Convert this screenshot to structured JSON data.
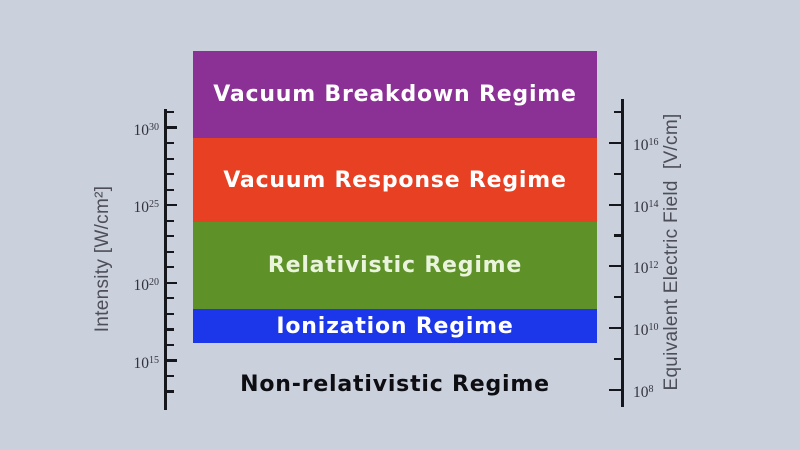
{
  "figure": {
    "background": "#cad1dd",
    "axis_color": "#16161d",
    "tick_label_color": "#33333d",
    "axis_title_color": "#4e4e58"
  },
  "chart_data": {
    "type": "area",
    "title": "",
    "description": "Stacked colored bands marking laser intensity regimes on a logarithmic intensity scale with an equivalent electric field scale on the right",
    "grid": false,
    "legend": false,
    "left_axis": {
      "label": "Intensity [W/cm²]",
      "unit": "W/cm²",
      "scale": "log10",
      "exp_min": 13,
      "exp_max": 31,
      "major_ticks": [
        {
          "exp": 15,
          "label": "10^15"
        },
        {
          "exp": 20,
          "label": "10^20"
        },
        {
          "exp": 25,
          "label": "10^25"
        },
        {
          "exp": 30,
          "label": "10^30"
        }
      ]
    },
    "right_axis": {
      "label": "Equivalent Electric Field  [V/cm]",
      "unit": "V/cm",
      "scale": "log10",
      "exp_min": 8,
      "exp_max": 17,
      "major_ticks": [
        {
          "exp": 8,
          "label": "10^8"
        },
        {
          "exp": 10,
          "label": "10^10"
        },
        {
          "exp": 12,
          "label": "10^12"
        },
        {
          "exp": 14,
          "label": "10^14"
        },
        {
          "exp": 16,
          "label": "10^16"
        }
      ]
    },
    "bands": [
      {
        "label": "Vacuum Breakdown Regime",
        "color": "#8b3095",
        "text_color": "#ffffff",
        "intensity_min_exp": 29.3,
        "intensity_max_exp": 34.9
      },
      {
        "label": "Vacuum Response Regime",
        "color": "#e84023",
        "text_color": "#ffffff",
        "intensity_min_exp": 23.9,
        "intensity_max_exp": 29.3
      },
      {
        "label": "Relativistic Regime",
        "color": "#5e9229",
        "text_color": "#eaf4dc",
        "intensity_min_exp": 18.3,
        "intensity_max_exp": 23.9
      },
      {
        "label": "Ionization Regime",
        "color": "#1c36ea",
        "text_color": "#ffffff",
        "intensity_min_exp": 16.1,
        "intensity_max_exp": 18.3
      },
      {
        "label": "Non-relativistic Regime",
        "color": null,
        "text_color": "#0d0d12",
        "intensity_min_exp": null,
        "intensity_max_exp": 16.1
      }
    ]
  }
}
